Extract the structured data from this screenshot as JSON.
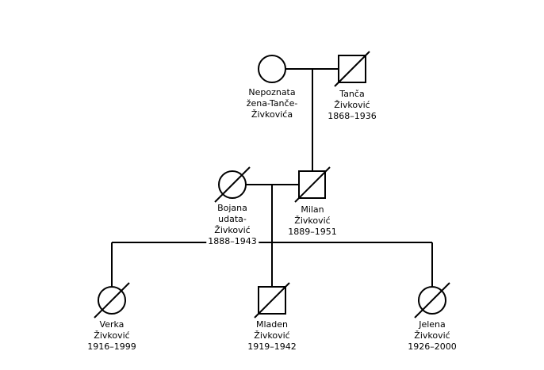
{
  "people": {
    "nepoznata": {
      "lines": [
        "Nepoznata",
        "žena-Tanče-",
        "Živkovića"
      ]
    },
    "tanca": {
      "lines": [
        "Tanča",
        "Živković",
        "1868–1936"
      ]
    },
    "bojana": {
      "lines": [
        "Bojana",
        "udata-",
        "Živković",
        "1888–1943"
      ]
    },
    "milan": {
      "lines": [
        "Milan",
        "Živković",
        "1889–1951"
      ]
    },
    "verka": {
      "lines": [
        "Verka",
        "Živković",
        "1916–1999"
      ]
    },
    "mladen": {
      "lines": [
        "Mladen",
        "Živković",
        "1919–1942"
      ]
    },
    "jelena": {
      "lines": [
        "Jelena",
        "Živković",
        "1926–2000"
      ]
    }
  }
}
